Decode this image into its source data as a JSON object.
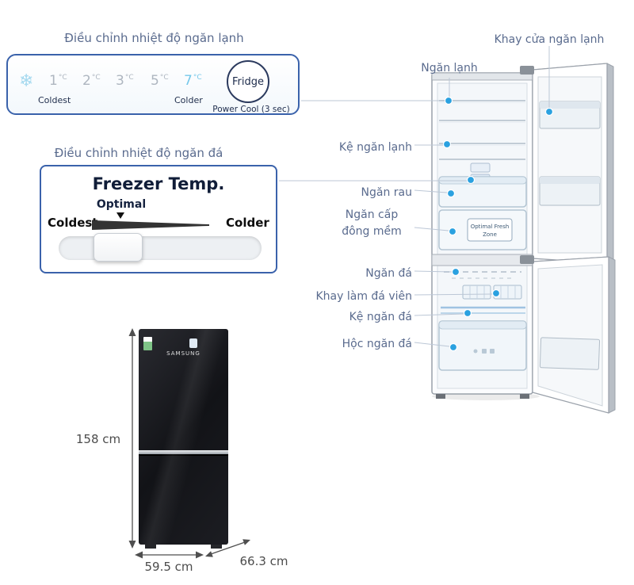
{
  "fridge_panel": {
    "label": "Điều chỉnh nhiệt độ ngăn lạnh",
    "temps": [
      "1",
      "2",
      "3",
      "5",
      "7"
    ],
    "unit": "°C",
    "coldest": "Coldest",
    "colder": "Colder",
    "fridge_button": "Fridge",
    "power_cool": "Power Cool (3 sec)"
  },
  "freezer_panel": {
    "label": "Điều chỉnh nhiệt độ ngăn đá",
    "title": "Freezer Temp.",
    "optimal": "Optimal",
    "coldest": "Coldest",
    "colder": "Colder"
  },
  "annotations": {
    "door_tray": "Khay cửa ngăn lạnh",
    "fridge_compartment": "Ngăn lạnh",
    "fridge_shelf": "Kệ ngăn lạnh",
    "veg_drawer": "Ngăn rau",
    "soft_freeze_1": "Ngăn cấp",
    "soft_freeze_2": "đông mềm",
    "freezer_compartment": "Ngăn đá",
    "ice_tray": "Khay làm đá viên",
    "freezer_shelf": "Kệ ngăn đá",
    "freezer_bin": "Hộc ngăn đá"
  },
  "illustration": {
    "zone_label_1": "Optimal Fresh",
    "zone_label_2": "Zone"
  },
  "product": {
    "brand": "SAMSUNG",
    "height": "158 cm",
    "width": "59.5 cm",
    "depth": "66.3 cm"
  },
  "colors": {
    "panel_border": "#3a62ab",
    "label_text": "#5a6b8e",
    "dot_blue": "#2aa1e0",
    "temp_highlight": "#76c8ea"
  }
}
